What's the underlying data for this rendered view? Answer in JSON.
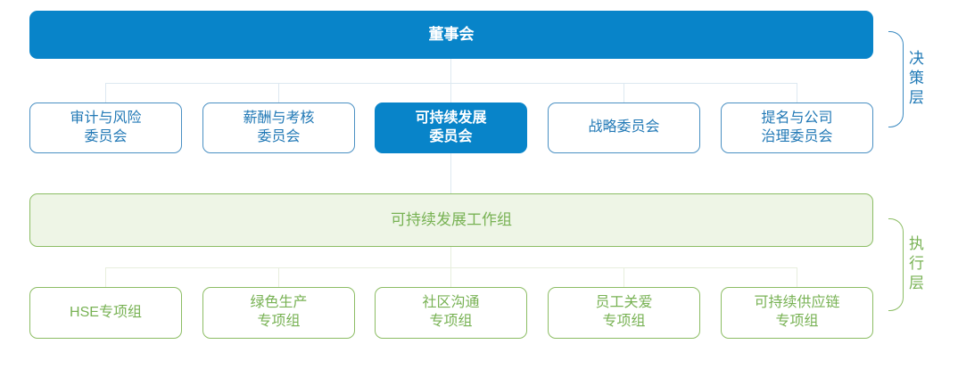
{
  "colors": {
    "primary_blue_fill": "#0884c9",
    "blue_border": "#4a90c3",
    "blue_text": "#2279b6",
    "blue_connector_line": "#dde8f1",
    "green_border": "#8cbd64",
    "green_text": "#78b254",
    "light_green_fill": "#eef5e6",
    "green_connector_line": "#e7eedd"
  },
  "chart": {
    "board": {
      "label": "董事会"
    },
    "committees": [
      {
        "label": "审计与风险\n委员会",
        "highlighted": false
      },
      {
        "label": "薪酬与考核\n委员会",
        "highlighted": false
      },
      {
        "label": "可持续发展\n委员会",
        "highlighted": true
      },
      {
        "label": "战略委员会",
        "highlighted": false
      },
      {
        "label": "提名与公司\n治理委员会",
        "highlighted": false
      }
    ],
    "working_group": {
      "label": "可持续发展工作组"
    },
    "task_groups": [
      {
        "label": "HSE专项组"
      },
      {
        "label": "绿色生产\n专项组"
      },
      {
        "label": "社区沟通\n专项组"
      },
      {
        "label": "员工关爱\n专项组"
      },
      {
        "label": "可持续供应链\n专项组"
      }
    ],
    "layer_labels": {
      "decision": "决策层",
      "execution": "执行层"
    }
  }
}
